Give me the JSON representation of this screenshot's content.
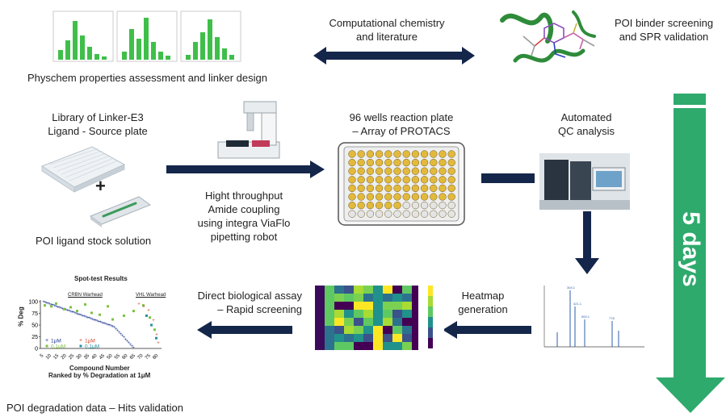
{
  "labels": {
    "physchem": "Physchem properties assessment and linker design",
    "computational": [
      "Computational chemistry",
      "and literature"
    ],
    "poi_binder": [
      "POI binder screening",
      "and SPR validation"
    ],
    "library": [
      "Library of Linker-E3",
      "Ligand -  Source plate"
    ],
    "plus": "+",
    "poi_stock": "POI ligand stock solution",
    "reaction_plate": [
      "96 wells reaction plate",
      "– Array of PROTACS"
    ],
    "amide": [
      "Hight throughput",
      "Amide coupling",
      "using integra ViaFlo",
      "pipetting robot"
    ],
    "qc": [
      "Automated",
      "QC analysis"
    ],
    "five_days": "5 days",
    "heatmap_gen": [
      "Heatmap",
      "generation"
    ],
    "assay": [
      "Direct biological assay",
      "– Rapid screening"
    ],
    "degradation": "POI degradation data – Hits validation"
  },
  "spot_test": {
    "title": "Spot-test Results",
    "crbn": "CRBN Warhead",
    "vhl": "VHL Warhead",
    "ylabel": "% Deg",
    "xlabel": "Compound Number",
    "sublabel": "Ranked by % Degradation at 1μM",
    "legend": [
      "1μM",
      "1μM",
      "0.1μM",
      "0.1μM"
    ],
    "yticks": [
      "100",
      "75",
      "50",
      "25",
      "0"
    ],
    "xticks": [
      "5",
      "10",
      "15",
      "20",
      "25",
      "30",
      "35",
      "40",
      "45",
      "50",
      "55",
      "60",
      "65",
      "70",
      "75",
      "80"
    ]
  },
  "colors": {
    "arrow": "#14264a",
    "green_arrow": "#2eaa6d",
    "bar_green": "#3fbf4a",
    "well": "#e2b93b"
  }
}
